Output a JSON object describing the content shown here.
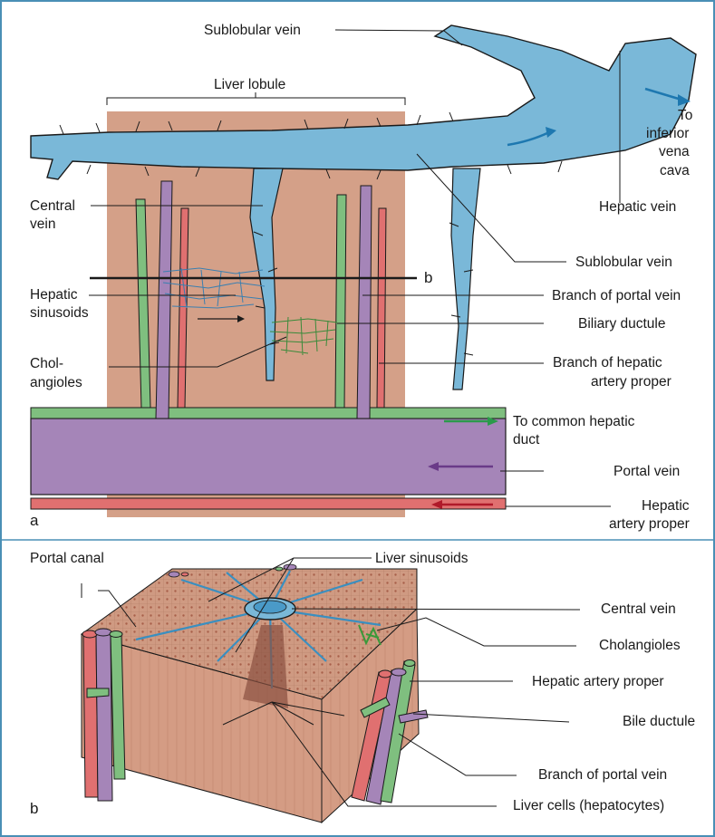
{
  "panel_a": {
    "panel_label": "a",
    "labels": {
      "sublobular_vein_top": "Sublobular vein",
      "liver_lobule": "Liver lobule",
      "to_ivc_1": "To",
      "to_ivc_2": "inferior",
      "to_ivc_3": "vena",
      "to_ivc_4": "cava",
      "hepatic_vein": "Hepatic vein",
      "central_vein_1": "Central",
      "central_vein_2": "vein",
      "sublobular_vein_right": "Sublobular vein",
      "section_b": "b",
      "hepatic_sinusoids_1": "Hepatic",
      "hepatic_sinusoids_2": "sinusoids",
      "branch_portal_vein": "Branch of portal vein",
      "biliary_ductule": "Biliary ductule",
      "cholangioles_1": "Chol-",
      "cholangioles_2": "angioles",
      "branch_hepatic_artery_1": "Branch of hepatic",
      "branch_hepatic_artery_2": "artery proper",
      "to_common_hepatic_1": "To common hepatic",
      "to_common_hepatic_2": "duct",
      "portal_vein": "Portal vein",
      "hepatic_artery_1": "Hepatic",
      "hepatic_artery_2": "artery proper"
    }
  },
  "panel_b": {
    "panel_label": "b",
    "labels": {
      "portal_canal": "Portal canal",
      "liver_sinusoids": "Liver sinusoids",
      "central_vein": "Central vein",
      "cholangioles": "Cholangioles",
      "hepatic_artery_proper": "Hepatic artery proper",
      "bile_ductule": "Bile ductule",
      "branch_portal_vein": "Branch of portal vein",
      "liver_cells": "Liver cells (hepatocytes)"
    }
  },
  "colors": {
    "vein_blue": "#7ab8d8",
    "portal_purple": "#a585b8",
    "artery_red": "#e07070",
    "bile_green": "#7fbf7f",
    "lobule_tan": "#d4a088",
    "frame": "#4a8fb5"
  }
}
